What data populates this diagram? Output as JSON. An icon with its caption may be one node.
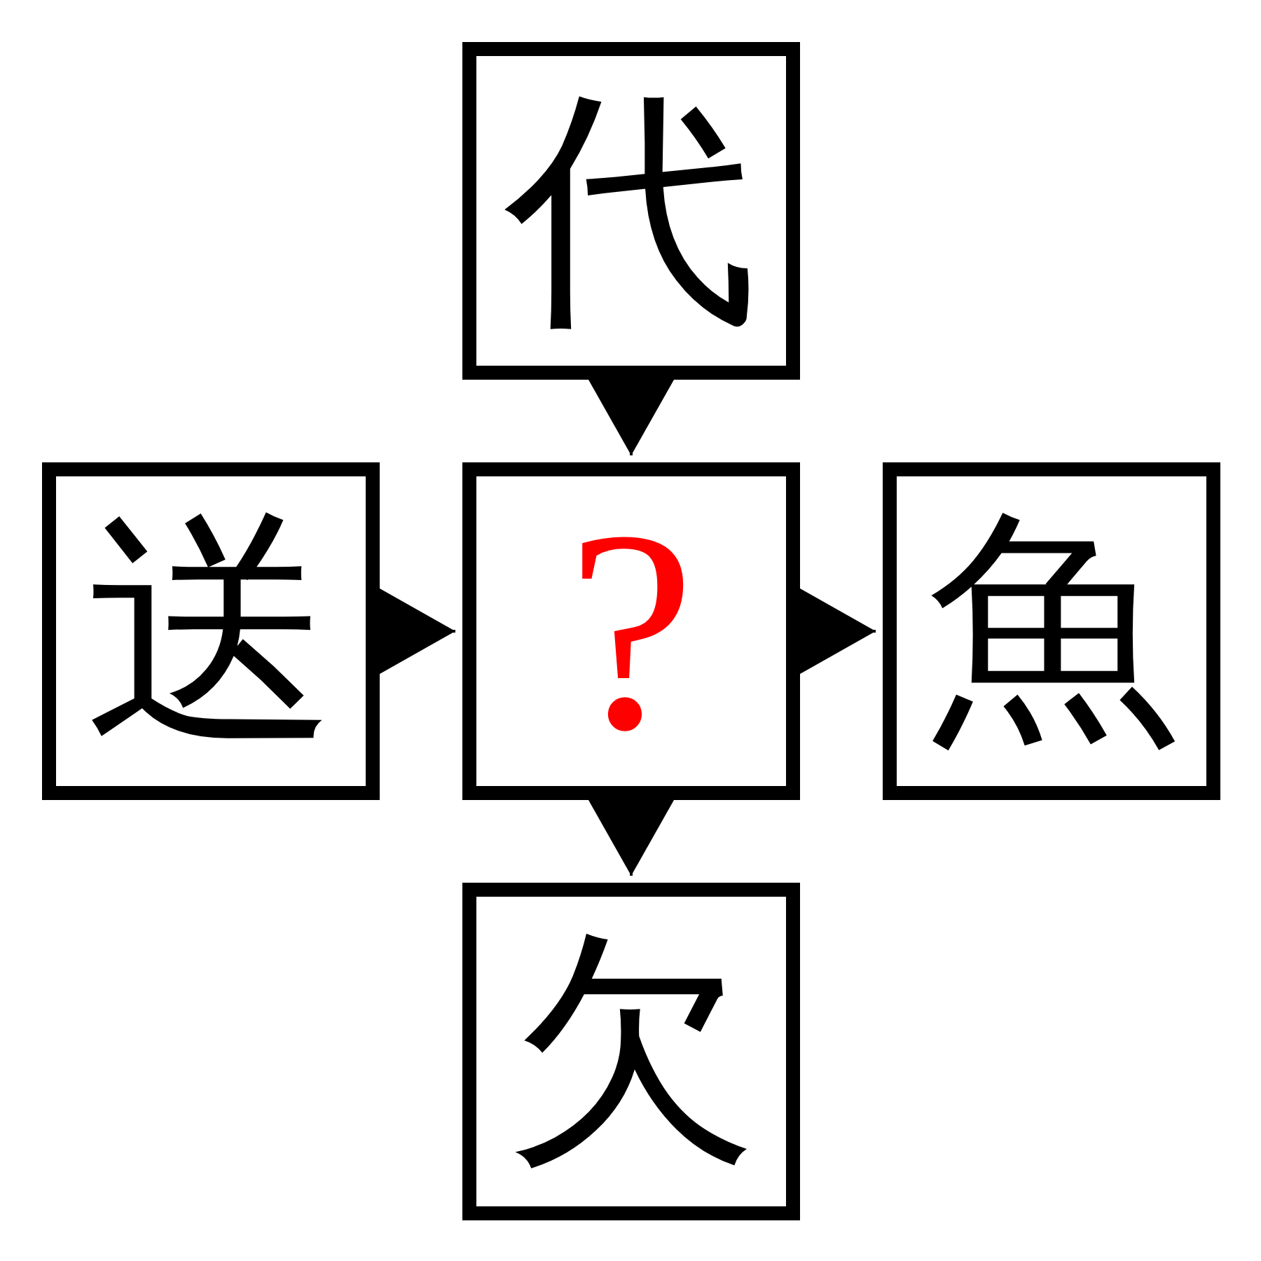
{
  "diagram": {
    "nodes": [
      {
        "text": [
          "代"
        ]
      },
      {
        "text": [
          "送"
        ]
      },
      {
        "text": [
          "?"
        ]
      },
      {
        "text": [
          "魚"
        ]
      },
      {
        "text": [
          "欠"
        ]
      }
    ],
    "edges": [
      {
        "from": 0,
        "to": 2,
        "arrow": "to"
      },
      {
        "from": 1,
        "to": 2,
        "arrow": "to"
      },
      {
        "from": 2,
        "to": 3,
        "arrow": "to"
      },
      {
        "from": 2,
        "to": 4,
        "arrow": "to"
      }
    ]
  }
}
